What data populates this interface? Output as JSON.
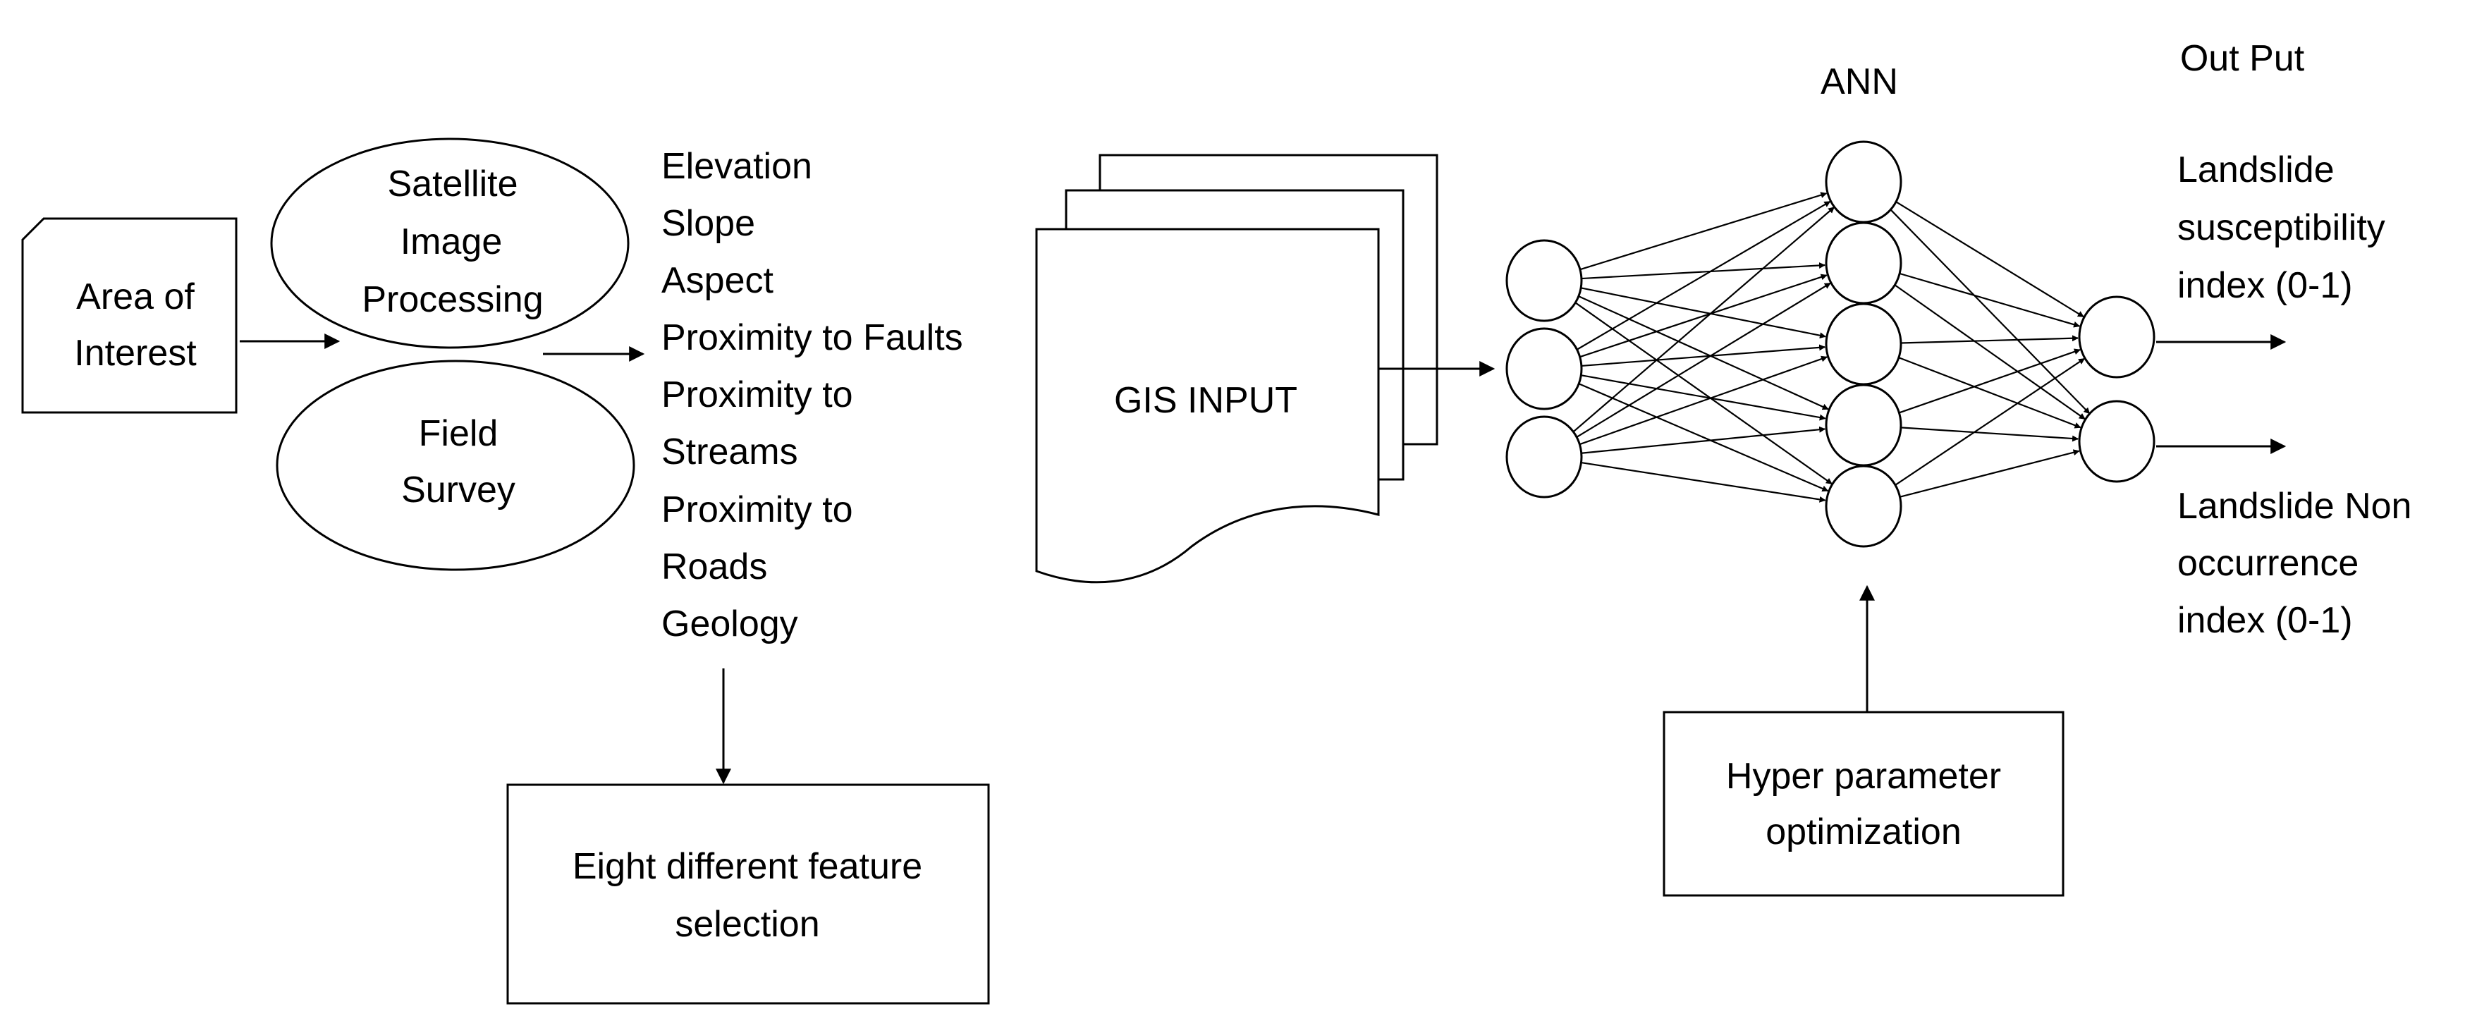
{
  "area_of_interest": {
    "line1": "Area of",
    "line2": "Interest"
  },
  "satellite": {
    "line1": "Satellite",
    "line2": "Image",
    "line3": "Processing"
  },
  "field_survey": {
    "line1": "Field",
    "line2": "Survey"
  },
  "features": [
    "Elevation",
    "Slope",
    "Aspect",
    "Proximity to Faults",
    "Proximity to",
    "Streams",
    "Proximity to",
    "Roads",
    "Geology"
  ],
  "feature_selection": {
    "line1": "Eight different feature",
    "line2": "selection"
  },
  "gis_input": "GIS INPUT",
  "ann_label": "ANN",
  "output_title": "Out Put",
  "output1": {
    "line1": "Landslide",
    "line2": "susceptibility",
    "line3": "index (0-1)"
  },
  "output2": {
    "line1": "Landslide Non",
    "line2": "occurrence",
    "line3": "index (0-1)"
  },
  "hyper": {
    "line1": "Hyper parameter",
    "line2": "optimization"
  },
  "network": {
    "input_nodes": 3,
    "hidden_nodes": 5,
    "output_nodes": 2
  }
}
